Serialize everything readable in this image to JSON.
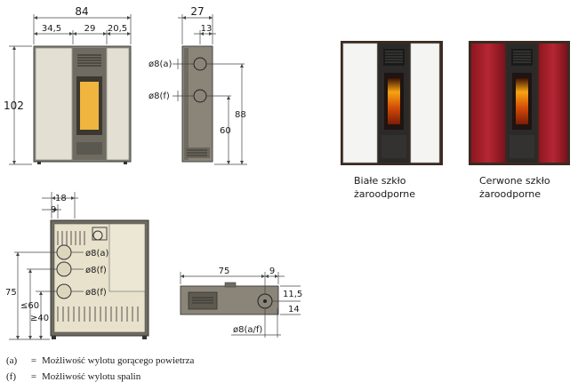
{
  "front_view": {
    "width_total": "84",
    "seg_left": "34,5",
    "seg_mid": "29",
    "seg_right": "20,5",
    "height": "102"
  },
  "side_view": {
    "depth": "27",
    "offset": "13",
    "outlet_a": "ø8(a)",
    "outlet_f": "ø8(f)",
    "height_a": "88",
    "height_f": "60"
  },
  "back_view": {
    "offset_top_1": "18",
    "offset_top_2": "9",
    "outlet_a": "ø8(a)",
    "outlet_f1": "ø8(f)",
    "outlet_f2": "ø8(f)",
    "h1": "75",
    "h2": "≤60",
    "h3": "≥40"
  },
  "top_view": {
    "length": "75",
    "offset": "9",
    "dim_a": "11,5",
    "dim_b": "14",
    "outlet": "ø8(a/f)"
  },
  "products": [
    {
      "caption_line1": "Białe szkło",
      "caption_line2": "żaroodporne",
      "color": "#f4f5f3"
    },
    {
      "caption_line1": "Cerwone szkło",
      "caption_line2": "żaroodporne",
      "color": "#9c1a22"
    }
  ],
  "legend": [
    {
      "key": "(a)",
      "eq": "=",
      "text": "Możliwość wylotu gorącego powietrza"
    },
    {
      "key": "(f)",
      "eq": "=",
      "text": "Możliwość wylotu spalin"
    }
  ]
}
